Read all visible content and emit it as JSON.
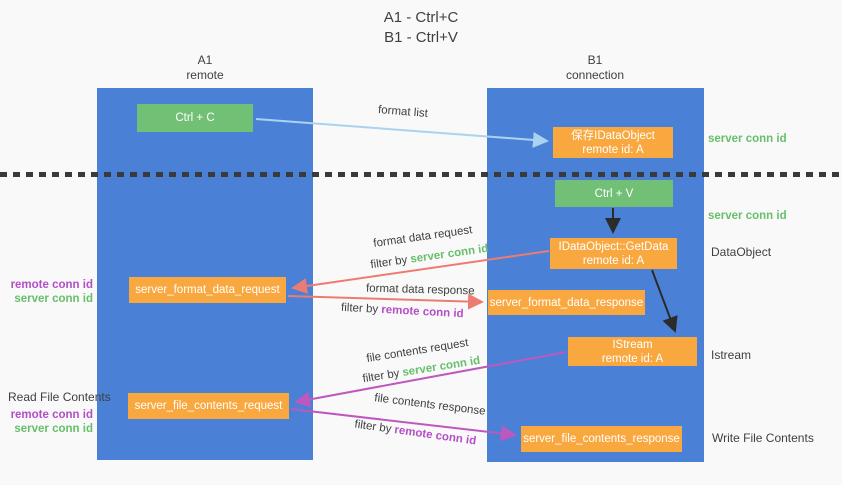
{
  "title": {
    "line1": "A1 - Ctrl+C",
    "line2": "B1 - Ctrl+V"
  },
  "lanes": {
    "left": {
      "name": "A1",
      "role": "remote"
    },
    "right": {
      "name": "B1",
      "role": "connection"
    }
  },
  "nodes": {
    "ctrl_c": {
      "label": "Ctrl + C"
    },
    "save_dataobject": {
      "line1": "保存IDataObject",
      "line2": "remote id: A"
    },
    "ctrl_v": {
      "label": "Ctrl + V"
    },
    "getdata": {
      "line1": "IDataObject::GetData",
      "line2": "remote id: A"
    },
    "server_format_data_request": {
      "label": "server_format_data_request"
    },
    "server_format_data_response": {
      "label": "server_format_data_response"
    },
    "istream": {
      "line1": "IStream",
      "line2": "remote id: A"
    },
    "server_file_contents_request": {
      "label": "server_file_contents_request"
    },
    "server_file_contents_response": {
      "label": "server_file_contents_response"
    }
  },
  "arrow_labels": {
    "format_list": "format list",
    "format_data_request": "format data request",
    "format_data_response": "format data response",
    "file_contents_request": "file contents request",
    "file_contents_response": "file contents response",
    "filter_prefix": "filter by ",
    "server_conn_id": "server conn id",
    "remote_conn_id": "remote conn id"
  },
  "side_labels": {
    "server_conn_id_top": "server conn id",
    "server_conn_id_mid": "server conn id",
    "dataobject": "DataObject",
    "istream": "Istream",
    "read_file_contents": "Read File Contents",
    "write_file_contents": "Write File Contents",
    "left_pair1": {
      "remote": "remote conn id",
      "server": "server conn id"
    },
    "left_pair2": {
      "remote": "remote conn id",
      "server": "server conn id"
    }
  },
  "colors": {
    "lane_blue": "#4a81d6",
    "box_green": "#72c076",
    "box_orange": "#f9a840",
    "arrow_lightblue": "#a9d3f1",
    "arrow_black": "#2b2b2b",
    "arrow_salmon": "#ee7b72",
    "arrow_magenta": "#bd58be",
    "text_green": "#67bf6b",
    "text_purple": "#b44ec7",
    "text_dark": "#3f3f3f",
    "dash_color": "#3a3a3a"
  }
}
